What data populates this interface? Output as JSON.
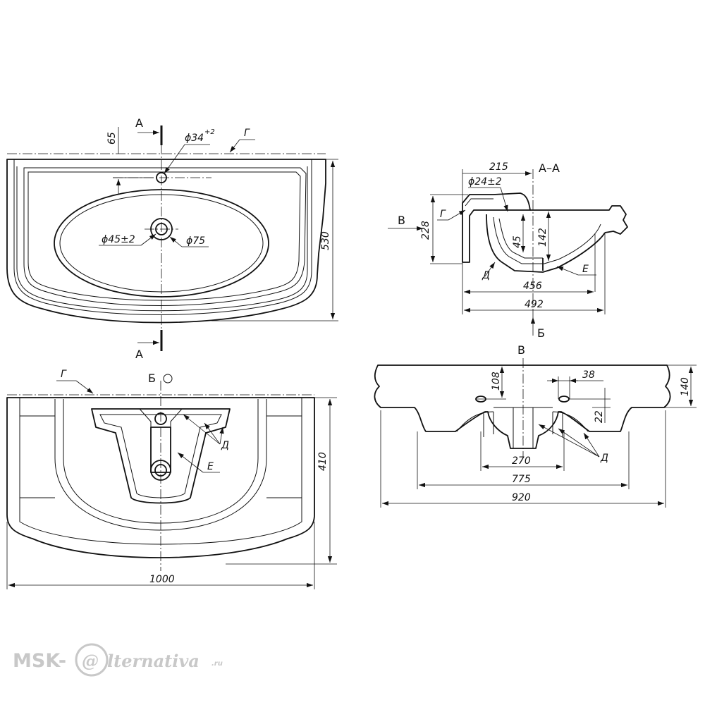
{
  "top_view": {
    "dim_depth": "530",
    "dim_tap_offset": "65",
    "dim_tap_hole": "ϕ34",
    "dim_tap_hole_tol": "+2",
    "dim_drain": "ϕ45±2",
    "dim_drain_outer": "ϕ75",
    "label_g": "Г",
    "section_top": "A",
    "section_bottom": "A"
  },
  "section_view": {
    "title": "A–A",
    "dim_215": "215",
    "dim_hole": "ϕ24±2",
    "dim_height": "228",
    "dim_45": "45",
    "dim_142": "142",
    "dim_456": "456",
    "dim_492": "492",
    "label_g": "Г",
    "label_d": "Д",
    "label_e": "Е",
    "view_b": "В",
    "view_bb": "Б"
  },
  "bottom_view": {
    "dim_width": "1000",
    "dim_depth": "410",
    "label_g": "Г",
    "label_d": "Д",
    "label_e": "Е",
    "view_label": "Б"
  },
  "front_view": {
    "title": "В",
    "dim_108": "108",
    "dim_38": "38",
    "dim_140": "140",
    "dim_22": "22",
    "dim_270": "270",
    "dim_775": "775",
    "dim_920": "920",
    "label_d": "Д"
  },
  "watermark": {
    "prefix": "MSK-",
    "at": "@",
    "brand": "lternativa",
    "tld": ".ru"
  }
}
